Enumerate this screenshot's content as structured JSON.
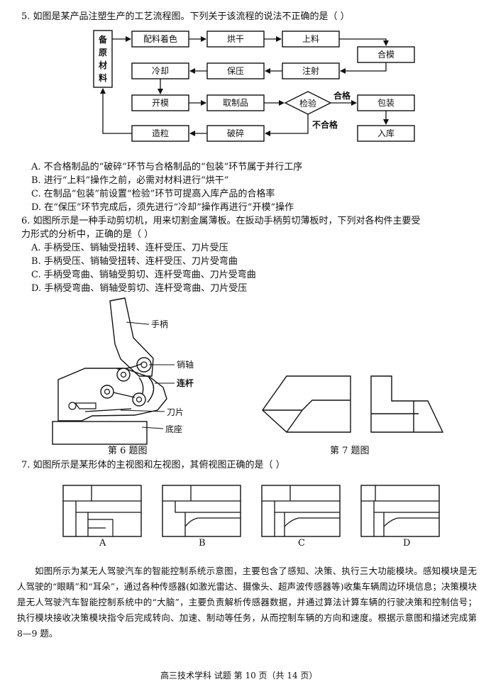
{
  "q5": {
    "stem": "5. 如图是某产品注塑生产的工艺流程图。下列关于该流程的说法不正确的是（    ）",
    "flow": {
      "raw": [
        "备",
        "原",
        "材",
        "料"
      ],
      "peiliao": "配料着色",
      "honggan": "烘干",
      "shangliao": "上料",
      "hemo": "合模",
      "zhushe": "注射",
      "baoya": "保压",
      "lengque": "冷却",
      "kaimo": "开模",
      "quzhipin": "取制品",
      "jianyan": "检验",
      "baozhuang": "包装",
      "ruku": "入库",
      "posui": "破碎",
      "zaoli": "造粒",
      "hege": "合格",
      "buhege": "不合格"
    },
    "options": [
      "A. 不合格制品的“破碎”环节与合格制品的“包装”环节属于并行工序",
      "B. 进行“上料”操作之前，必需对材料进行“烘干”",
      "C. 在制品“包装”前设置“检验”环节可提高入库产品的合格率",
      "D. 在“保压”环节完成后，须先进行“冷却”操作再进行“开模”操作"
    ]
  },
  "q6": {
    "stem_line1": "6. 如图所示是一种手动剪切机，用来切割金属薄板。在扳动手柄剪切薄板时，下列对各构件主要受",
    "stem_line2": "力形式的分析中，正确的是（    ）",
    "options": [
      "A. 手柄受压、销轴受扭转、连杆受压、刀片受压",
      "B. 手柄受压、销轴受扭转、连杆受压、刀片受弯曲",
      "C. 手柄受弯曲、销轴受剪切、连杆受弯曲、刀片受弯曲",
      "D. 手柄受弯曲、销轴受剪切、连杆受弯曲、刀片受压"
    ],
    "labels": {
      "handle": "手柄",
      "pin": "销轴",
      "link": "连杆",
      "blade": "刀片",
      "base": "底座"
    },
    "caption": "第 6 题图"
  },
  "q7": {
    "caption": "第 7 题图",
    "stem": "7. 如图所示是某形体的主视图和左视图，其俯视图正确的是（    ）",
    "choices": [
      "A",
      "B",
      "C",
      "D"
    ]
  },
  "intro": "如图所示为某无人驾驶汽车的智能控制系统示意图，主要包含了感知、决策、执行三大功能模块。感知模块是无人驾驶的“眼睛”和“耳朵”，通过各种传感器(如激光雷达、摄像头、超声波传感器等)收集车辆周边环境信息；决策模块是无人驾驶汽车智能控制系统中的“大脑”，主要负责解析传感器数据，并通过算法计算车辆的行驶决策和控制信号；执行模块接收决策模块指令后完成转向、加速、制动等任务，从而控制车辆的方向和速度。根据示意图和描述完成第 8—9 题。",
  "footer": "高三技术学科 试题 第 10 页（共 14 页）"
}
